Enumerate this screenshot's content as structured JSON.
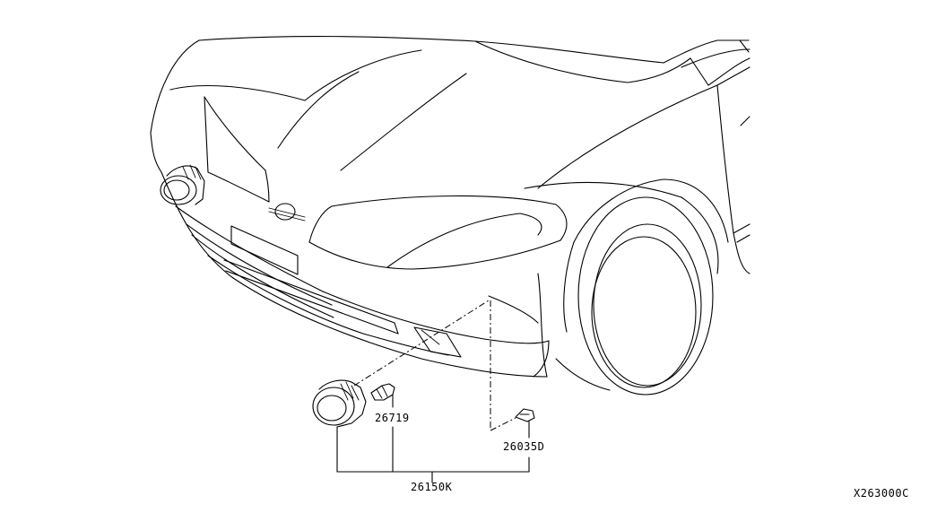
{
  "diagram": {
    "parts": [
      {
        "number": "26719"
      },
      {
        "number": "26035D"
      },
      {
        "number": "26150K"
      }
    ],
    "code": "X263000C"
  }
}
